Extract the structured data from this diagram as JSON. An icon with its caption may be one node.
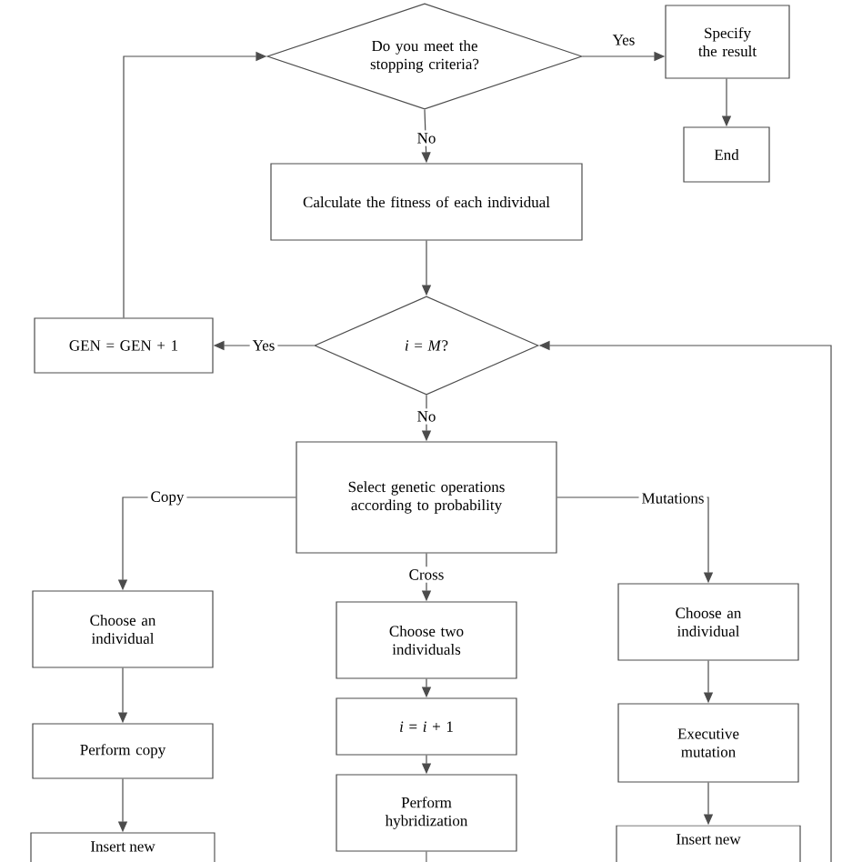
{
  "diagram": {
    "nodes": [
      {
        "text": [
          "Do you meet the stopping criteria?"
        ]
      },
      {
        "text": [
          "Specify the result"
        ]
      },
      {
        "text": [
          "End"
        ]
      },
      {
        "text": [
          "Calculate the fitness of each individual"
        ]
      },
      {
        "text": [
          "GEN = GEN + 1"
        ]
      },
      {
        "text": [
          "*i* = *M*?"
        ]
      },
      {
        "text": [
          "Select genetic operations according to probability"
        ]
      },
      {
        "text": [
          "Choose an individual"
        ]
      },
      {
        "text": [
          "Perform copy"
        ]
      },
      {
        "text": [
          "Insert new"
        ]
      },
      {
        "text": [
          "Choose two individuals"
        ]
      },
      {
        "text": [
          "*i* = *i* + 1"
        ]
      },
      {
        "text": [
          "Perform hybridization"
        ]
      },
      {
        "text": [
          "Choose an individual"
        ]
      },
      {
        "text": [
          "Executive mutation"
        ]
      },
      {
        "text": [
          "Insert new"
        ]
      }
    ],
    "edges": [
      {
        "from": 0,
        "to": 1,
        "arrow": "to",
        "label": "Yes"
      },
      {
        "from": 1,
        "to": 2,
        "arrow": "to"
      },
      {
        "from": 0,
        "to": 3,
        "arrow": "to",
        "label": "No"
      },
      {
        "from": 3,
        "to": 5,
        "arrow": "to"
      },
      {
        "from": 5,
        "to": 4,
        "arrow": "to",
        "label": "Yes"
      },
      {
        "from": 4,
        "to": 0,
        "arrow": "to"
      },
      {
        "from": 5,
        "to": 6,
        "arrow": "to",
        "label": "No"
      },
      {
        "from": 6,
        "to": 7,
        "arrow": "to",
        "label": "Copy"
      },
      {
        "from": 6,
        "to": 10,
        "arrow": "to",
        "label": "Cross"
      },
      {
        "from": 6,
        "to": 13,
        "arrow": "to",
        "label": "Mutations"
      },
      {
        "from": 7,
        "to": 8,
        "arrow": "to"
      },
      {
        "from": 8,
        "to": 9,
        "arrow": "to"
      },
      {
        "from": 10,
        "to": 11,
        "arrow": "to"
      },
      {
        "from": 11,
        "to": 12,
        "arrow": "to"
      },
      {
        "from": 13,
        "to": 14,
        "arrow": "to"
      },
      {
        "from": 14,
        "to": 15,
        "arrow": "to"
      },
      {
        "from": null,
        "to": 5,
        "arrow": "to"
      },
      {
        "from": 12,
        "to": null,
        "arrow": "none"
      }
    ]
  }
}
